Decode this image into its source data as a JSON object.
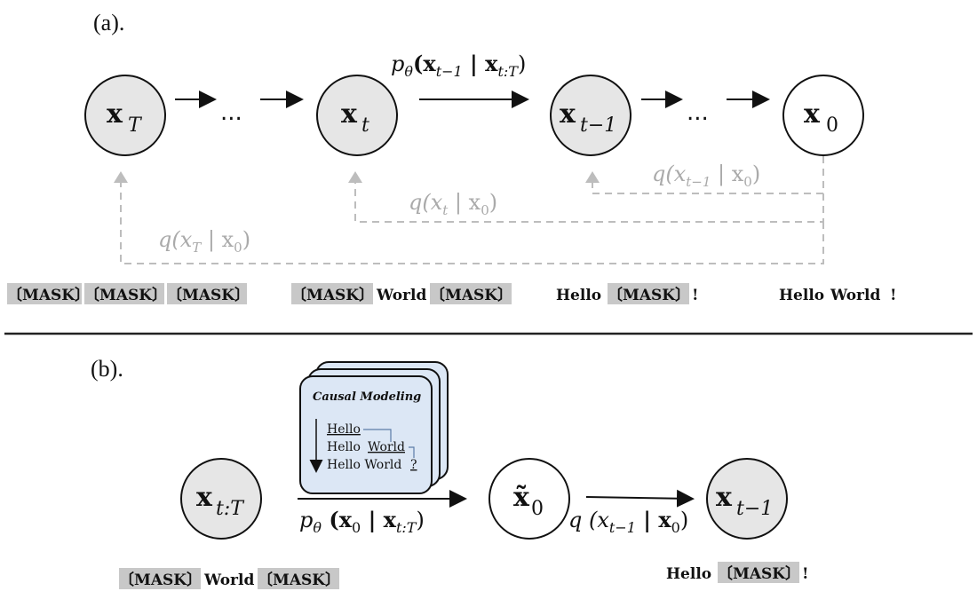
{
  "panel_a": {
    "label": "(a).",
    "nodes": [
      {
        "main": "x",
        "sub": "T"
      },
      {
        "main": "x",
        "sub": "t"
      },
      {
        "main": "x",
        "sub": "t−1"
      },
      {
        "main": "x",
        "sub": "0"
      }
    ],
    "ellipsis_1": "...",
    "ellipsis_2": "...",
    "forward_label": "p",
    "forward_label_theta": "θ",
    "forward_label_body": "(x",
    "forward_label_sub1": "t−1",
    "forward_label_mid": " | x",
    "forward_label_sub2": "t:T",
    "forward_label_end": ")",
    "q_label_1": {
      "pre": "q(x",
      "sub": "t−1",
      "post": " | x",
      "sub2": "0",
      "end": ")"
    },
    "q_label_2": {
      "pre": "q(x",
      "sub": "t",
      "post": " | x",
      "sub2": "0",
      "end": ")"
    },
    "q_label_3": {
      "pre": "q(x",
      "sub": "T",
      "post": " | x",
      "sub2": "0",
      "end": ")"
    },
    "tokens": {
      "t1": [
        "〔MASK〕",
        "〔MASK〕",
        "〔MASK〕"
      ],
      "t2": [
        "〔MASK〕",
        "World",
        "〔MASK〕"
      ],
      "t3": [
        "Hello",
        "〔MASK〕",
        "!"
      ],
      "t4": [
        "Hello",
        "World",
        "!"
      ]
    }
  },
  "panel_b": {
    "label": "(b).",
    "node_in": {
      "main": "x",
      "sub": "t:T"
    },
    "node_mid": {
      "main": "x̃",
      "sub": "0"
    },
    "node_out": {
      "main": "x",
      "sub": "t−1"
    },
    "card": {
      "title": "Causal Modeling",
      "line1": "Hello",
      "line2_a": "Hello",
      "line2_b": "World",
      "line3_a": "Hello World",
      "line3_b": "?"
    },
    "p_label": {
      "pre": "p",
      "theta": "θ",
      "body": " (x",
      "sub": "0",
      "mid": " | x",
      "sub2": "t:T",
      "end": ")"
    },
    "q_label": {
      "pre": "q (x",
      "sub": "t−1",
      "mid": " | x",
      "sub2": "0",
      "end": ")"
    },
    "tokens_in": [
      "〔MASK〕",
      "World",
      "〔MASK〕"
    ],
    "tokens_out": [
      "Hello",
      "〔MASK〕",
      "!"
    ]
  },
  "colors": {
    "node_fill": "#e6e6e6",
    "card_fill": "#dce7f5",
    "mask_highlight": "#c8c8c8",
    "dashed_gray": "#bdbdbd",
    "card_link": "#5b7ca8"
  }
}
